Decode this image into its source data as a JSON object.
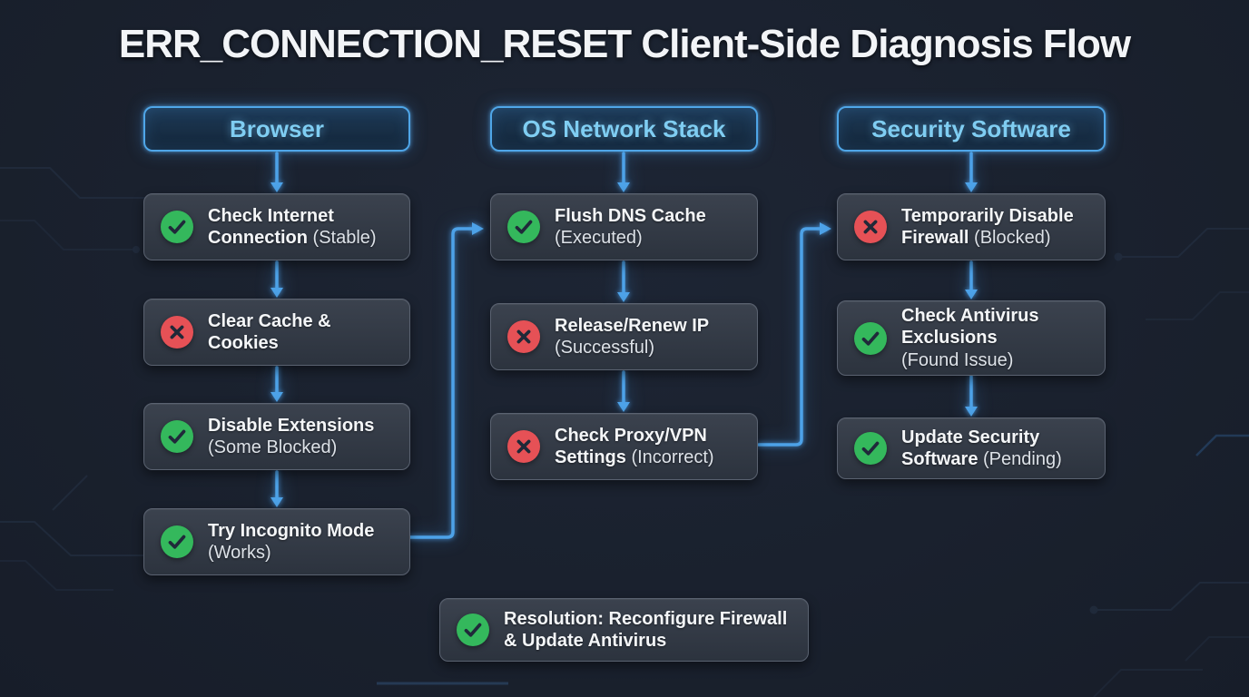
{
  "title": "ERR_CONNECTION_RESET Client-Side Diagnosis Flow",
  "palette": {
    "background": "#1a212e",
    "accent_blue": "#4da2e8",
    "header_text": "#7fcdf2",
    "box_background": "#343b47",
    "box_border": "#5a6270",
    "success_green": "#34b85c",
    "error_red": "#e65156",
    "text_primary": "#f4f6f8",
    "text_secondary": "#dde2e8"
  },
  "columns": [
    {
      "header": "Browser",
      "nodes": [
        {
          "icon": "check",
          "lines": [
            [
              {
                "t": "Check Internet",
                "b": true
              }
            ],
            [
              {
                "t": "Connection",
                "b": true
              },
              {
                "t": " (Stable)",
                "b": false
              }
            ]
          ]
        },
        {
          "icon": "cross",
          "lines": [
            [
              {
                "t": "Clear Cache &",
                "b": true
              }
            ],
            [
              {
                "t": "Cookies",
                "b": true
              }
            ]
          ]
        },
        {
          "icon": "check",
          "lines": [
            [
              {
                "t": "Disable Extensions",
                "b": true
              }
            ],
            [
              {
                "t": "(Some Blocked)",
                "b": false
              }
            ]
          ]
        },
        {
          "icon": "check",
          "lines": [
            [
              {
                "t": "Try Incognito Mode",
                "b": true
              }
            ],
            [
              {
                "t": "(Works)",
                "b": false
              }
            ]
          ]
        }
      ]
    },
    {
      "header": "OS Network Stack",
      "nodes": [
        {
          "icon": "check",
          "lines": [
            [
              {
                "t": "Flush DNS Cache",
                "b": true
              }
            ],
            [
              {
                "t": "(Executed)",
                "b": false
              }
            ]
          ]
        },
        {
          "icon": "cross",
          "lines": [
            [
              {
                "t": "Release/Renew IP",
                "b": true
              }
            ],
            [
              {
                "t": "(Successful)",
                "b": false
              }
            ]
          ]
        },
        {
          "icon": "cross",
          "lines": [
            [
              {
                "t": "Check Proxy/VPN",
                "b": true
              }
            ],
            [
              {
                "t": "Settings",
                "b": true
              },
              {
                "t": " (Incorrect)",
                "b": false
              }
            ]
          ]
        }
      ]
    },
    {
      "header": "Security Software",
      "nodes": [
        {
          "icon": "cross",
          "lines": [
            [
              {
                "t": "Temporarily Disable",
                "b": true
              }
            ],
            [
              {
                "t": "Firewall",
                "b": true
              },
              {
                "t": " (Blocked)",
                "b": false
              }
            ]
          ]
        },
        {
          "icon": "check",
          "lines": [
            [
              {
                "t": "Check Antivirus",
                "b": true
              }
            ],
            [
              {
                "t": "Exclusions",
                "b": true
              }
            ],
            [
              {
                "t": "(Found Issue)",
                "b": false
              }
            ]
          ]
        },
        {
          "icon": "check",
          "lines": [
            [
              {
                "t": "Update Security",
                "b": true
              }
            ],
            [
              {
                "t": "Software",
                "b": true
              },
              {
                "t": " (Pending)",
                "b": false
              }
            ]
          ]
        }
      ]
    }
  ],
  "resolution": {
    "icon": "check",
    "lines": [
      [
        {
          "t": "Resolution: Reconfigure Firewall",
          "b": true
        }
      ],
      [
        {
          "t": "& Update Antivirus",
          "b": true
        }
      ]
    ]
  }
}
